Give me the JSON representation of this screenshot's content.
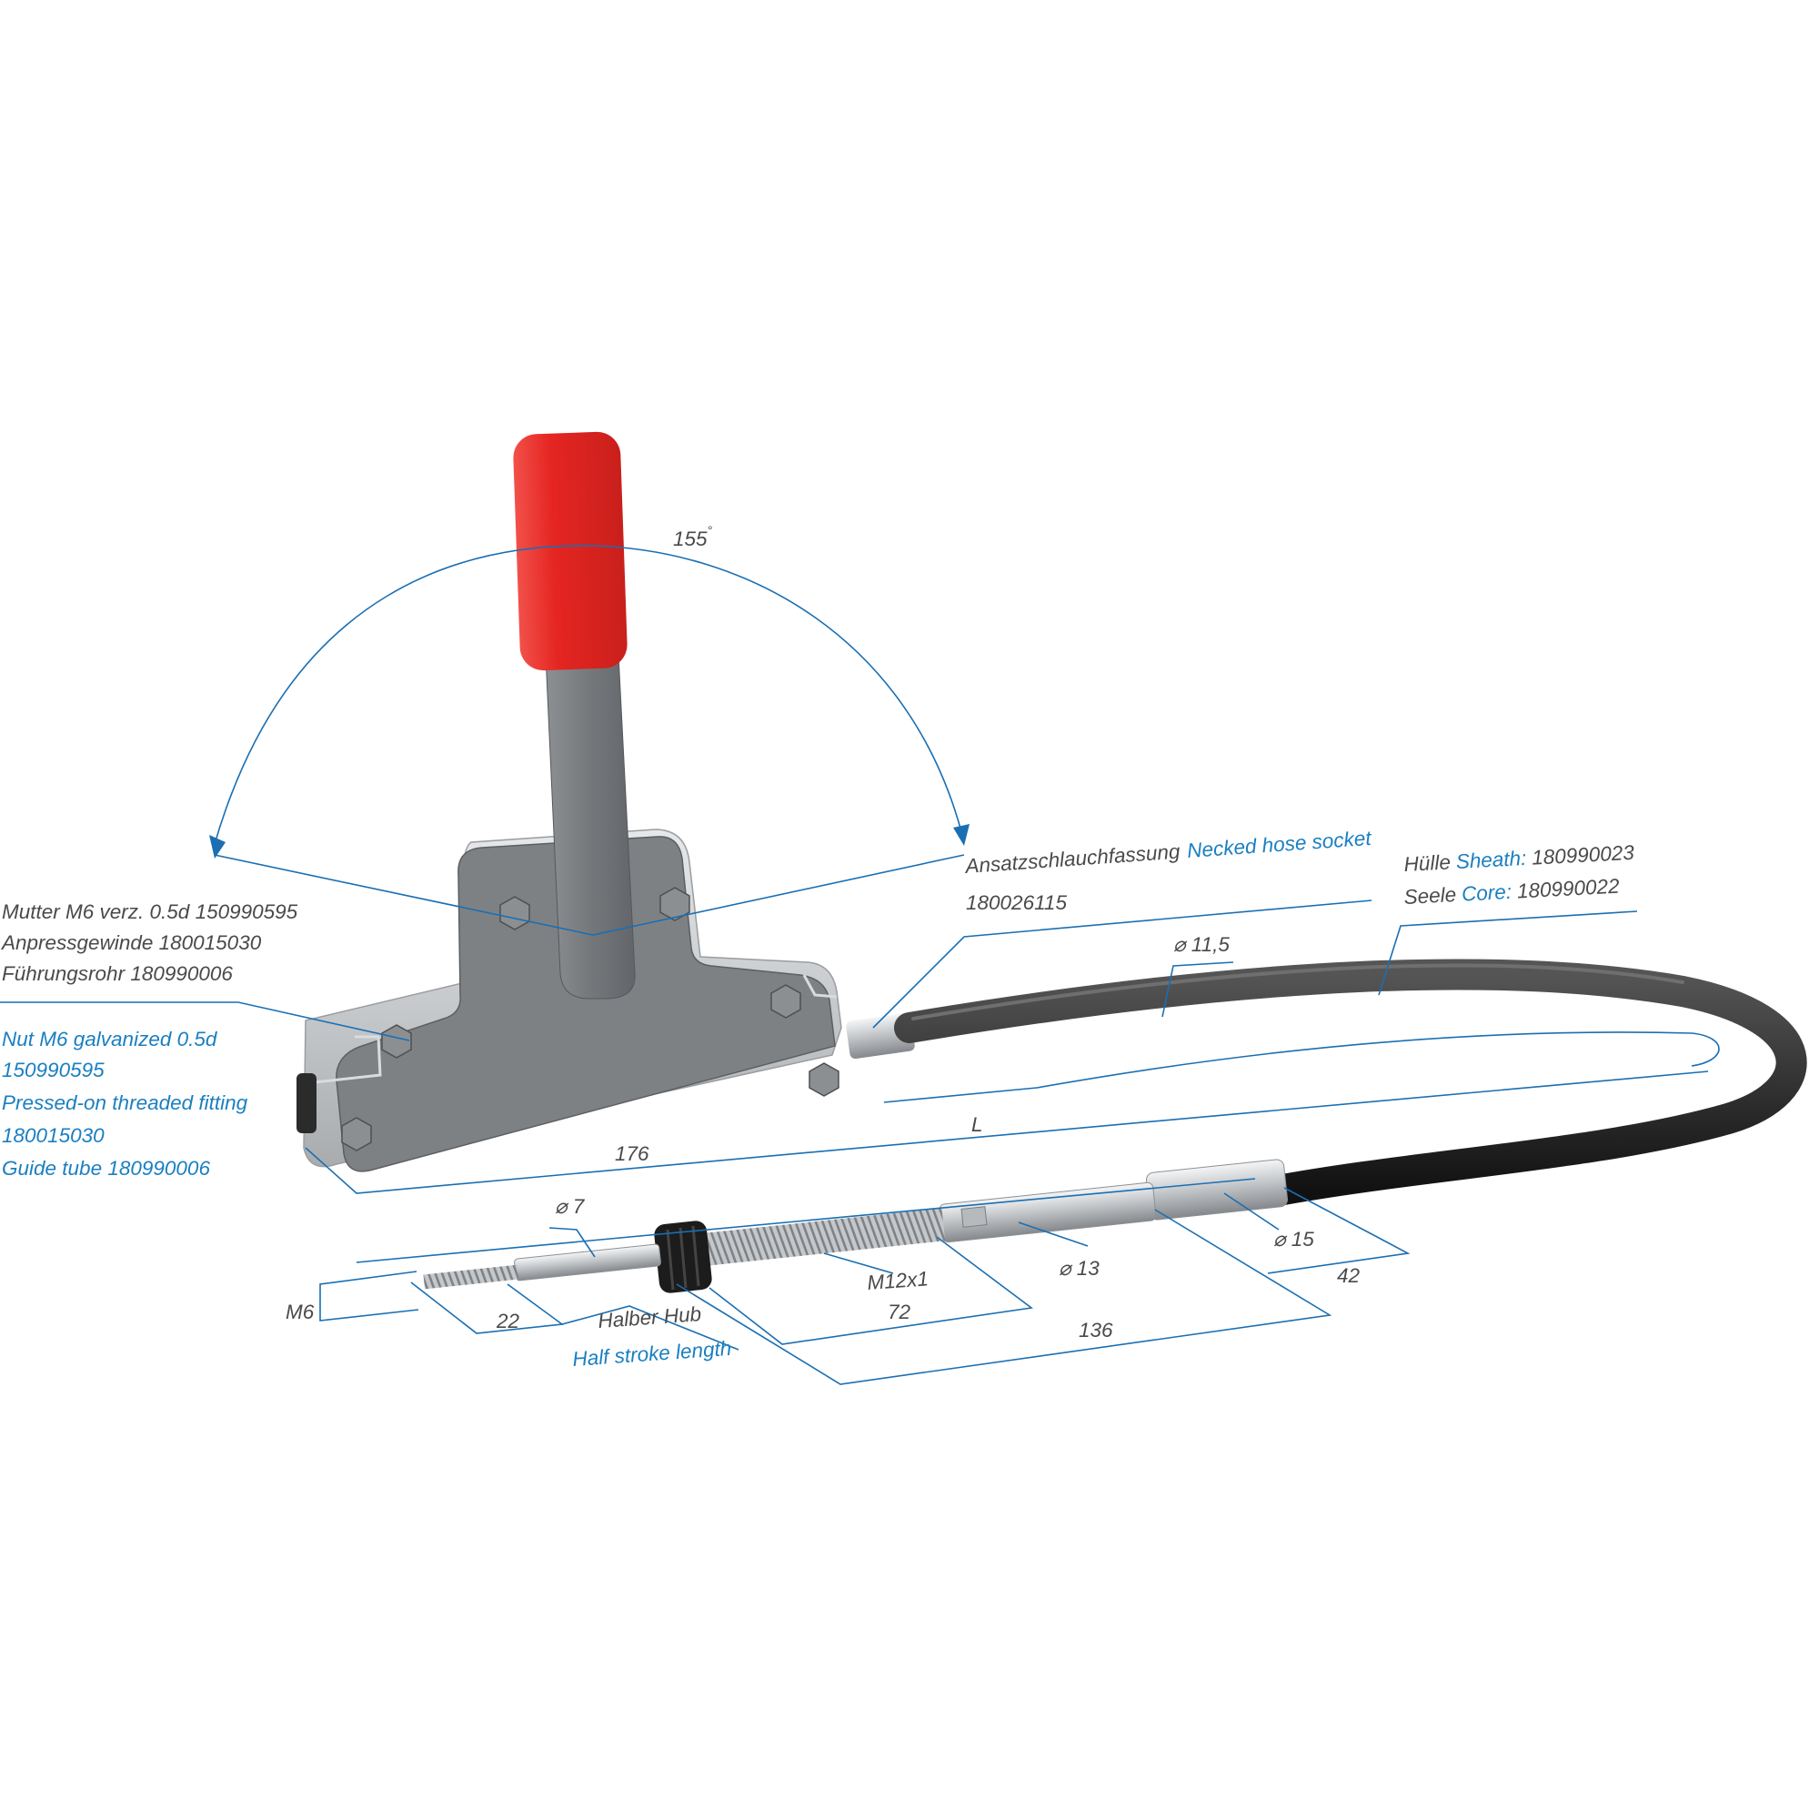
{
  "colors": {
    "dimension_line": "#1a6fb3",
    "label_blue": "#1a7fc1",
    "label_gray": "#4a4a4a",
    "handle_red": "#e52521",
    "housing": "#7d8083",
    "cable": "#1f1f1f"
  },
  "annotations": {
    "angle": "155",
    "angle_unit": "°",
    "nut_de": "Mutter M6 verz. 0.5d 150990595",
    "fitting_de": "Anpressgewinde 180015030",
    "tube_de": "Führungsrohr 180990006",
    "nut_en_1": "Nut M6 galvanized  0.5d",
    "nut_en_2": "150990595",
    "fitting_en_1": "Pressed-on threaded fitting",
    "fitting_en_2": "180015030",
    "tube_en": "Guide tube 180990006",
    "socket_de": "Ansatzschlauchfassung",
    "socket_en": "Necked hose socket",
    "socket_part": "180026115",
    "sheath_de": "Hülle",
    "sheath_en": "Sheath:",
    "sheath_part": "180990023",
    "core_de": "Seele",
    "core_en": "Core:",
    "core_part": "180990022",
    "dia_cable": "⌀ 11,5",
    "len_housing": "176",
    "len_total": "L",
    "dia_rod": "⌀ 7",
    "thread_end": "M6",
    "len_tip": "22",
    "stroke_de": "Halber Hub",
    "stroke_en": "Half stroke length",
    "thread_mid": "M12x1",
    "len_thread": "72",
    "dia_body": "⌀ 13",
    "len_fitting": "136",
    "dia_sleeve": "⌀ 15",
    "len_sleeve": "42"
  }
}
